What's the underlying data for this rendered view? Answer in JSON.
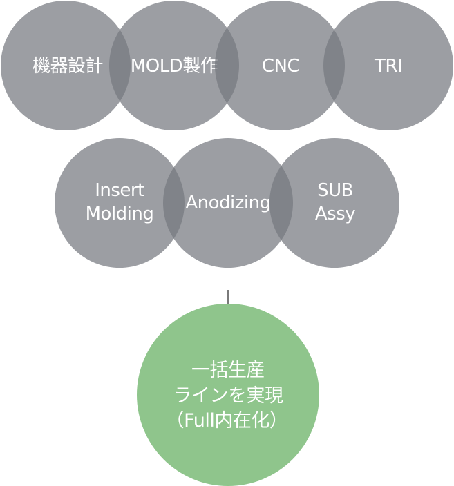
{
  "row1": [
    {
      "lines": [
        "機器設計"
      ]
    },
    {
      "lines": [
        "MOLD製作"
      ]
    },
    {
      "lines": [
        "CNC"
      ]
    },
    {
      "lines": [
        "TRI"
      ]
    }
  ],
  "row2": [
    {
      "lines": [
        "Insert",
        "Molding"
      ]
    },
    {
      "lines": [
        "Anodizing"
      ]
    },
    {
      "lines": [
        "SUB",
        "Assy"
      ]
    }
  ],
  "result": {
    "lines": [
      "一括生産",
      "ラインを実現",
      "（Full内在化）"
    ]
  },
  "colors": {
    "grey": "#8e9097",
    "green": "#8fc58c",
    "arrow": "#222222",
    "text": "#ffffff"
  }
}
